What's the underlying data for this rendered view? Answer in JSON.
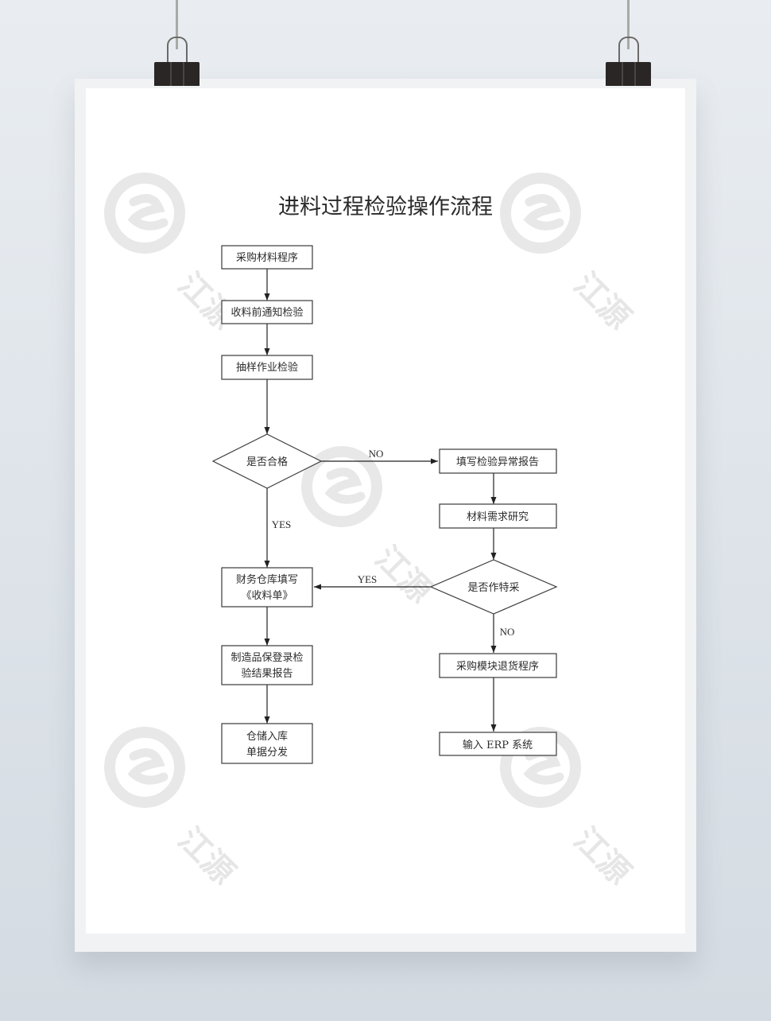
{
  "poster": {
    "title": "进料过程检验操作流程"
  },
  "watermark": {
    "text": "江源",
    "logo_icon": "swirl-e-logo-icon"
  },
  "flowchart": {
    "nodes": {
      "purchase_procedure": "采购材料程序",
      "pre_receipt_notice": "收料前通知检验",
      "sampling_inspection": "抽样作业检验",
      "is_qualified": "是否合格",
      "finance_warehouse_line1": "财务仓库填写",
      "finance_warehouse_line2": "《收料单》",
      "qa_report_line1": "制造品保登录检",
      "qa_report_line2": "验结果报告",
      "warehousing_line1": "仓储入库",
      "warehousing_line2": "单据分发",
      "abnormal_report": "填写检验异常报告",
      "material_study": "材料需求研究",
      "special_purchase": "是否作特采",
      "return_procedure": "采购模块退货程序",
      "erp_input": "输入 ERP 系统"
    },
    "edge_labels": {
      "qualified_no": "NO",
      "qualified_yes": "YES",
      "special_yes": "YES",
      "special_no": "NO"
    }
  },
  "colors": {
    "background": "#dde3e9",
    "poster": "#ffffff",
    "clip": "#2a2625",
    "line": "#222222",
    "watermark": "#e6e6e6"
  }
}
